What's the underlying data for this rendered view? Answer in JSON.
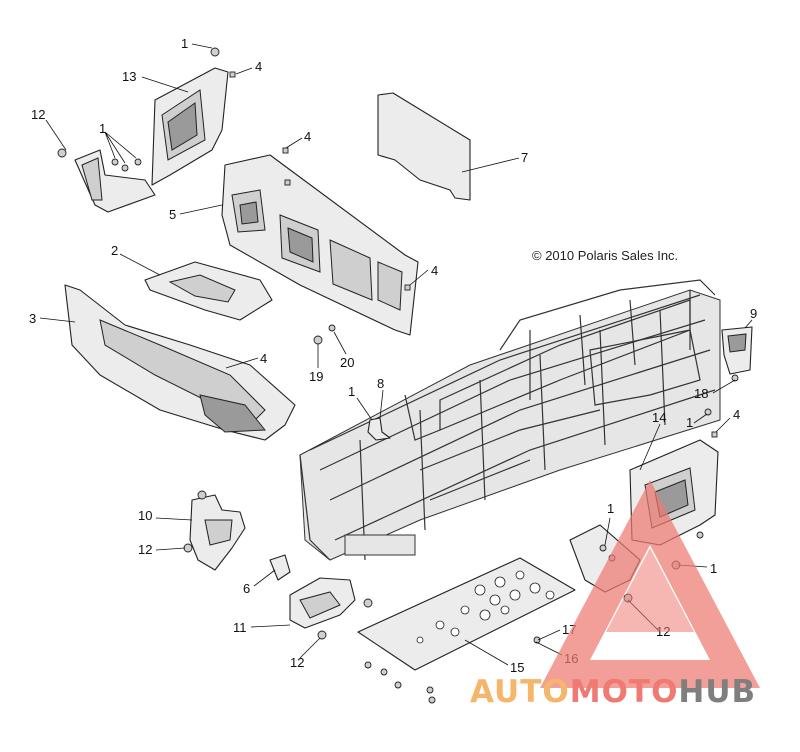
{
  "diagram": {
    "copyright": "© 2010 Polaris Sales Inc.",
    "callouts": [
      {
        "id": "c1a",
        "label": "1"
      },
      {
        "id": "c4a",
        "label": "4"
      },
      {
        "id": "c13",
        "label": "13"
      },
      {
        "id": "c12a",
        "label": "12"
      },
      {
        "id": "c1b",
        "label": "1"
      },
      {
        "id": "c4b",
        "label": "4"
      },
      {
        "id": "c7",
        "label": "7"
      },
      {
        "id": "c5",
        "label": "5"
      },
      {
        "id": "c2",
        "label": "2"
      },
      {
        "id": "c4c",
        "label": "4"
      },
      {
        "id": "c3",
        "label": "3"
      },
      {
        "id": "c4d",
        "label": "4"
      },
      {
        "id": "c20",
        "label": "20"
      },
      {
        "id": "c19",
        "label": "19"
      },
      {
        "id": "c1c",
        "label": "1"
      },
      {
        "id": "c8",
        "label": "8"
      },
      {
        "id": "c9",
        "label": "9"
      },
      {
        "id": "c18",
        "label": "18"
      },
      {
        "id": "c14",
        "label": "14"
      },
      {
        "id": "c1d",
        "label": "1"
      },
      {
        "id": "c4e",
        "label": "4"
      },
      {
        "id": "c10",
        "label": "10"
      },
      {
        "id": "c12b",
        "label": "12"
      },
      {
        "id": "c6",
        "label": "6"
      },
      {
        "id": "c1e",
        "label": "1"
      },
      {
        "id": "c1f",
        "label": "1"
      },
      {
        "id": "c11",
        "label": "11"
      },
      {
        "id": "c17",
        "label": "17"
      },
      {
        "id": "c12c",
        "label": "12"
      },
      {
        "id": "c12d",
        "label": "12"
      },
      {
        "id": "c16",
        "label": "16"
      },
      {
        "id": "c15",
        "label": "15"
      }
    ]
  },
  "watermark": {
    "part1": "AUTO",
    "part2": "MOTO",
    "part3": "HUB",
    "color_orange": "#f5b56a",
    "color_red": "#ee7a72",
    "color_gray": "#7f7f7f"
  }
}
